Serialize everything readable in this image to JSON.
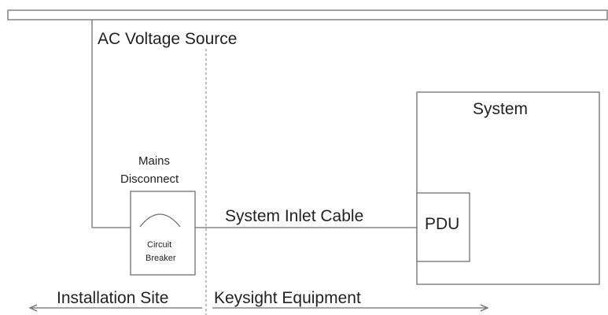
{
  "labels": {
    "ac_voltage_source": "AC Voltage Source",
    "system": "System",
    "mains_line1": "Mains",
    "mains_line2": "Disconnect",
    "system_inlet_cable": "System Inlet Cable",
    "pdu": "PDU",
    "breaker_line1": "Circuit",
    "breaker_line2": "Breaker",
    "installation_site": "Installation Site",
    "keysight_equipment": "Keysight Equipment"
  },
  "colors": {
    "line": "#6f6f6f",
    "text": "#222222",
    "background": "#ffffff"
  }
}
